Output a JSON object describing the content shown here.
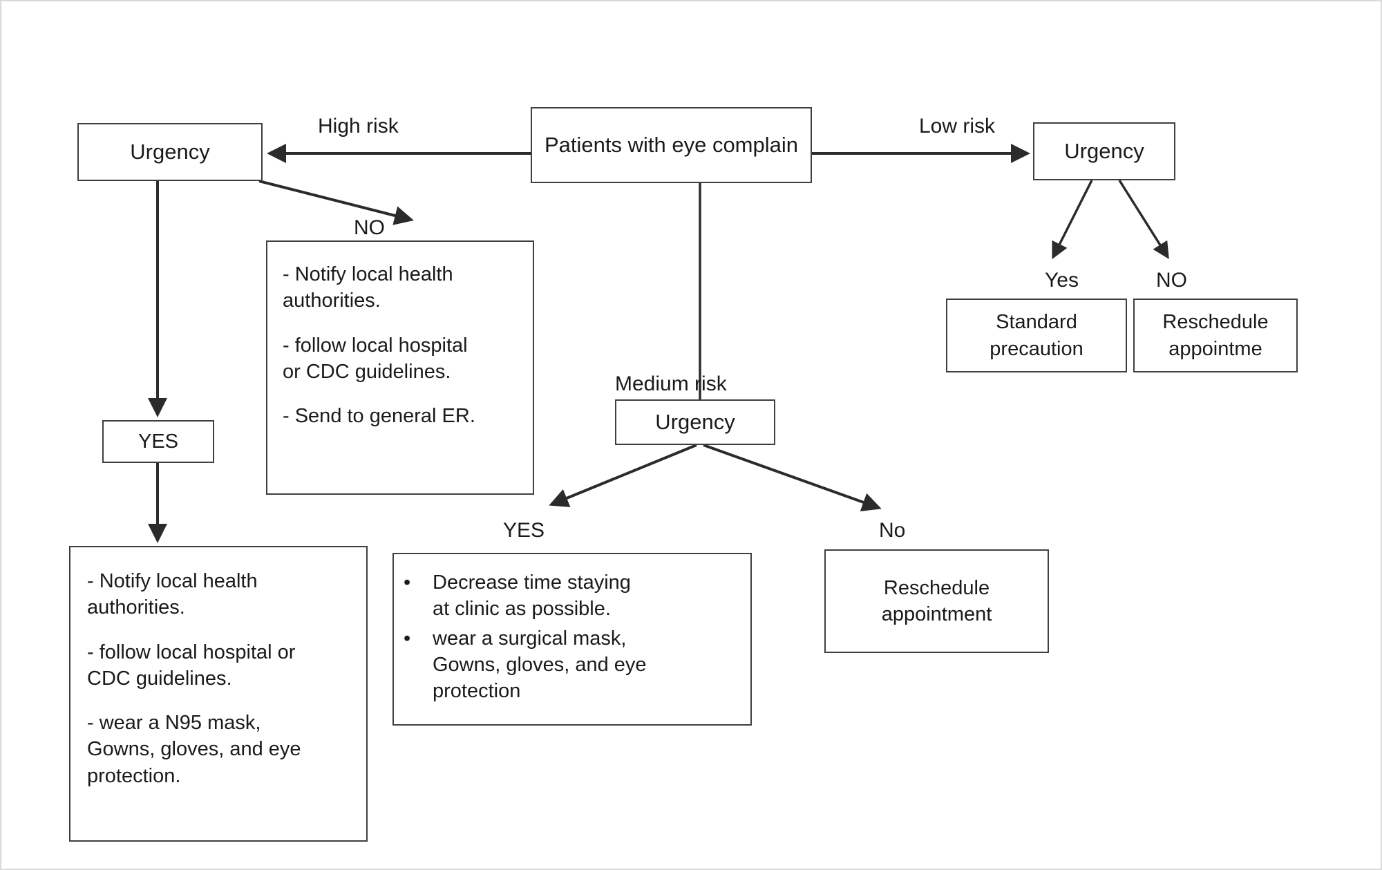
{
  "diagram": {
    "title": "Triage flowchart for patients with eye complaint",
    "background_color": "#ffffff",
    "line_color": "#3f3f3f",
    "text_color": "#1a1a1a"
  },
  "nodes": {
    "root": {
      "label": "Patients with eye complain"
    },
    "high_urgency": {
      "label": "Urgency"
    },
    "low_urgency": {
      "label": "Urgency"
    },
    "medium_urgency": {
      "label": "Urgency"
    },
    "high_no_actions": {
      "lines": [
        "- Notify local health\nauthorities.",
        "- follow local hospital\nor CDC guidelines.",
        "- Send to general ER."
      ]
    },
    "high_yes": {
      "label": "YES"
    },
    "high_yes_actions": {
      "lines": [
        "- Notify local health\nauthorities.",
        "- follow local hospital or\nCDC guidelines.",
        "- wear a N95 mask,\nGowns, gloves, and eye\nprotection."
      ]
    },
    "medium_yes_actions": {
      "bullet": "•",
      "items": [
        "Decrease time staying\nat clinic as possible.",
        "wear a surgical mask,\nGowns, gloves, and eye\nprotection"
      ]
    },
    "medium_no_action": {
      "label": "Reschedule\nappointment"
    },
    "low_yes_action": {
      "label": "Standard\nprecaution"
    },
    "low_no_action": {
      "label": "Reschedule\nappointme"
    }
  },
  "edge_labels": {
    "high_risk": "High risk",
    "low_risk": "Low risk",
    "medium_risk": "Medium risk",
    "high_no": "NO",
    "medium_yes": "YES",
    "medium_no": "No",
    "low_yes": "Yes",
    "low_no": "NO"
  }
}
